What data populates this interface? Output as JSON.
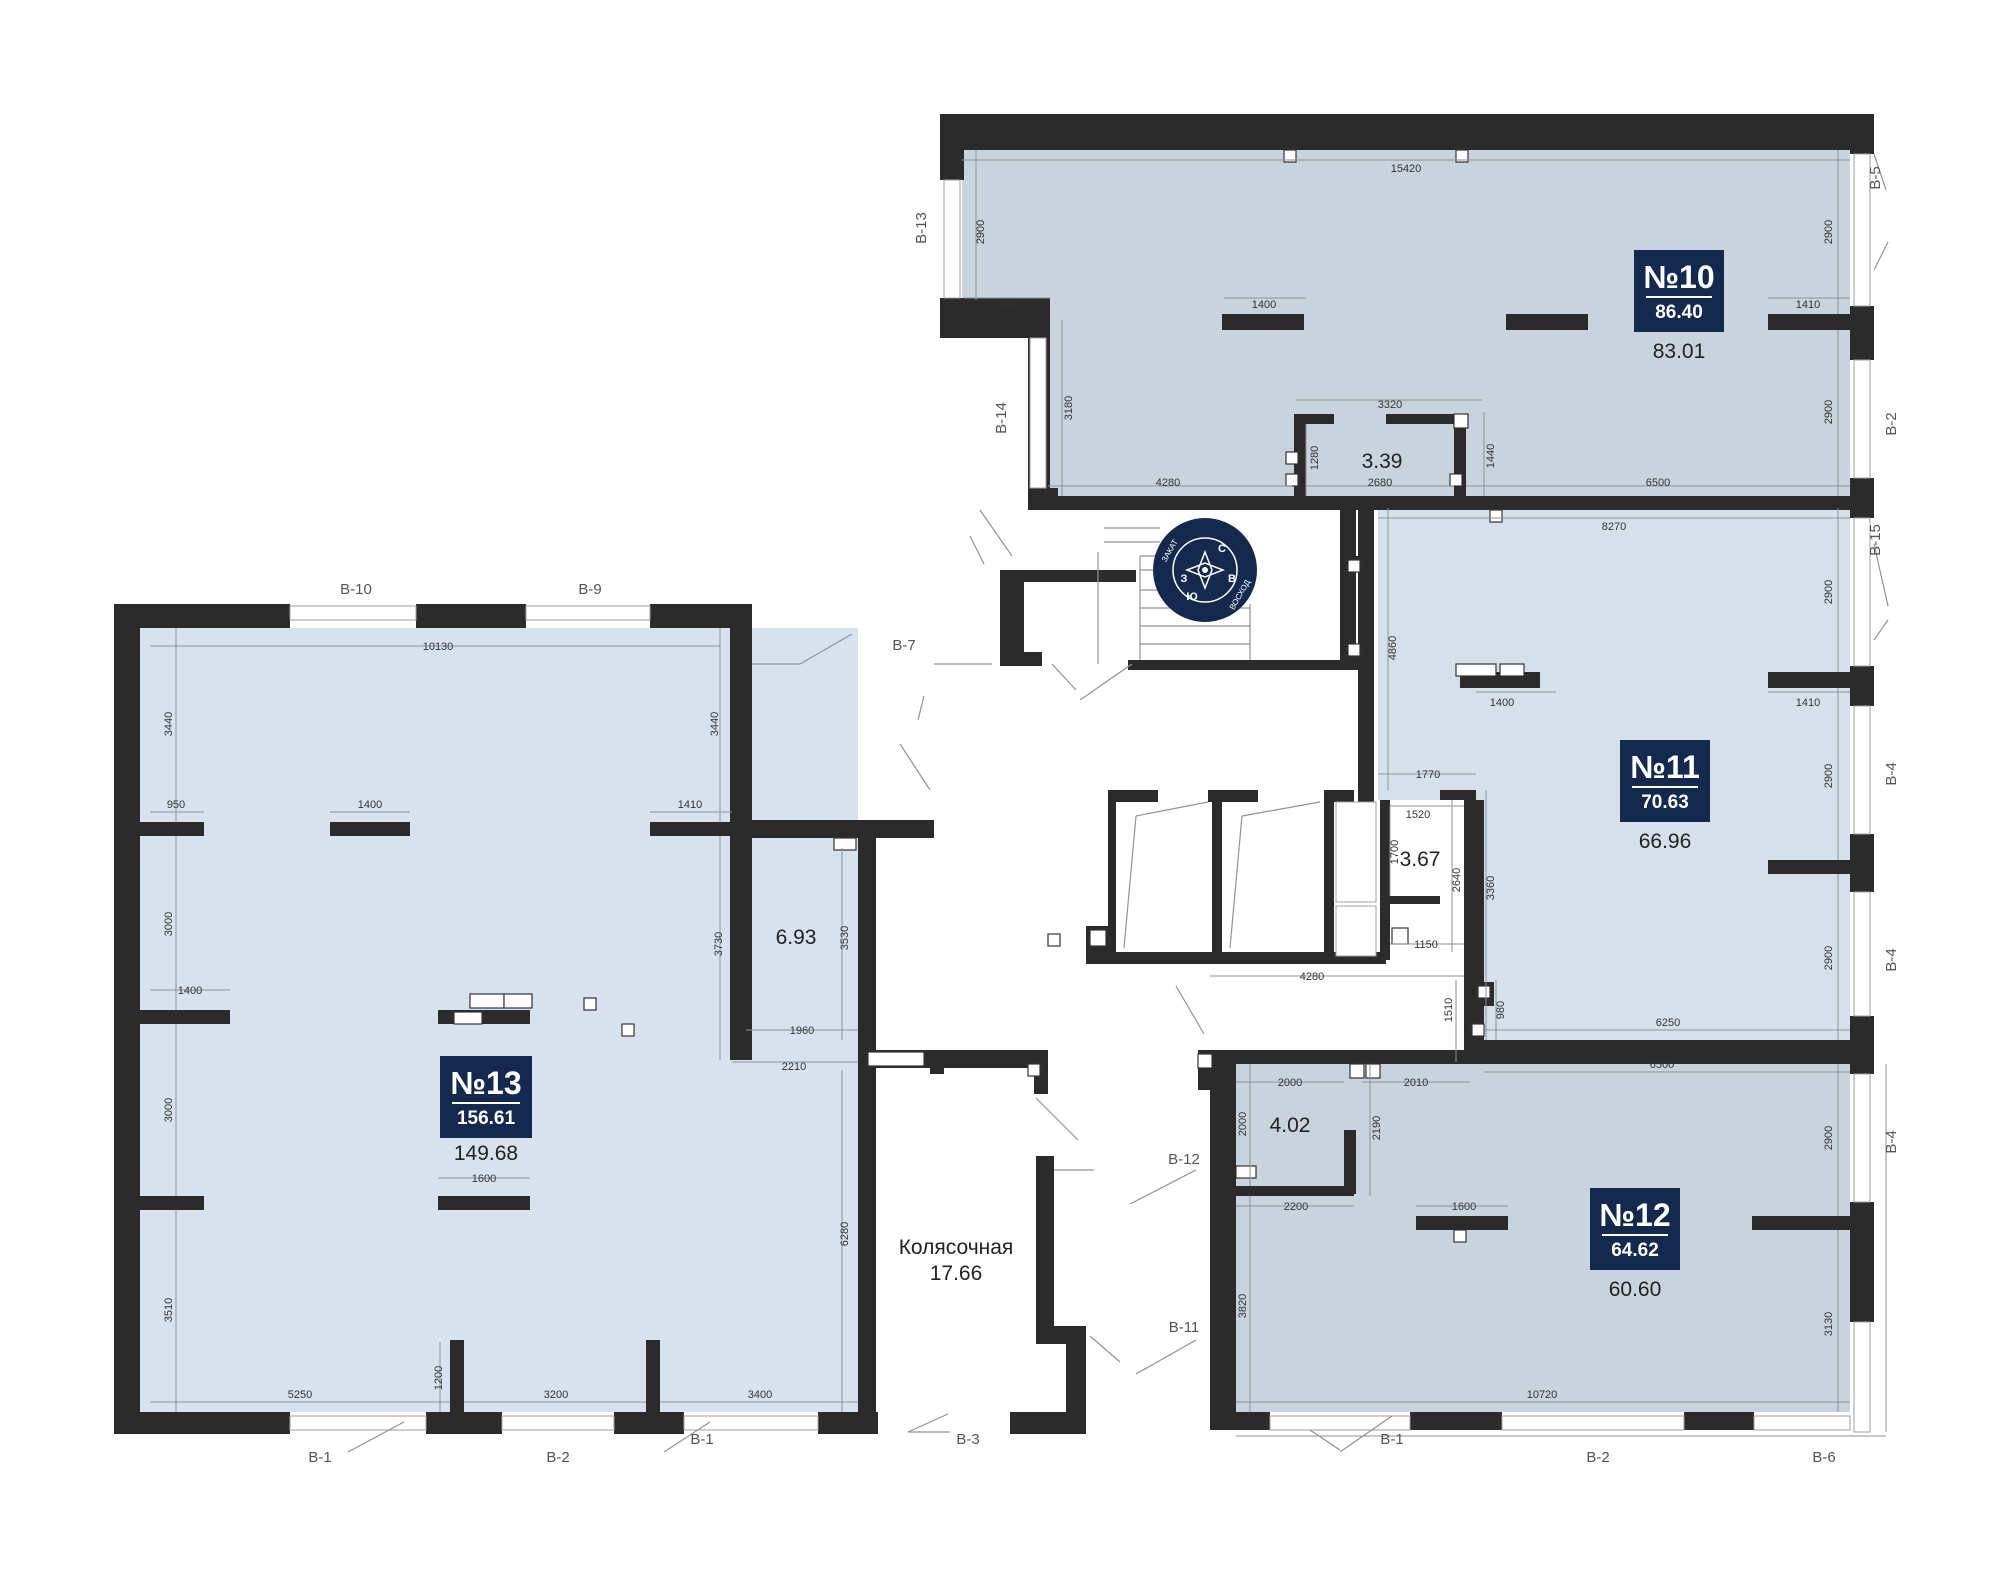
{
  "units": [
    {
      "number": "№10",
      "total_area": "86.40",
      "living_area": "83.01"
    },
    {
      "number": "№11",
      "total_area": "70.63",
      "living_area": "66.96"
    },
    {
      "number": "№12",
      "total_area": "64.62",
      "living_area": "60.60"
    },
    {
      "number": "№13",
      "total_area": "156.61",
      "living_area": "149.68"
    }
  ],
  "small_rooms": [
    "3.39",
    "3.67",
    "4.02",
    "6.93"
  ],
  "stroller_room": {
    "name": "Колясочная",
    "area": "17.66"
  },
  "compass": {
    "n": "С",
    "w": "З",
    "s": "Ю",
    "e": "В",
    "sunset": "ЗАКАТ",
    "sunrise": "ВОСХОД"
  },
  "dimensions": {
    "u10": [
      "15420",
      "2900",
      "1520",
      "1400",
      "1410",
      "2900",
      "3180",
      "3320",
      "1280",
      "1440",
      "4280",
      "2680",
      "6500",
      "2900"
    ],
    "u11": [
      "8270",
      "2900",
      "4860",
      "1400",
      "1410",
      "1770",
      "1520",
      "1700",
      "2640",
      "3360",
      "2900",
      "1150",
      "4280",
      "2900",
      "980",
      "1510",
      "6250"
    ],
    "u12": [
      "6500",
      "2000",
      "2010",
      "2000",
      "2190",
      "2200",
      "1600",
      "2900",
      "3820",
      "3130",
      "10720"
    ],
    "u13": [
      "10130",
      "3440",
      "3440",
      "950",
      "1400",
      "1410",
      "3000",
      "1400",
      "3730",
      "3530",
      "1960",
      "2210",
      "3000",
      "1600",
      "6280",
      "3510",
      "1200",
      "5250",
      "3200",
      "3400"
    ]
  },
  "window_labels": [
    "В-13",
    "В-14",
    "В-5",
    "В-2",
    "В-15",
    "В-4",
    "В-4",
    "В-4",
    "В-10",
    "В-9",
    "В-7",
    "В-12",
    "В-11",
    "В-1",
    "В-2",
    "В-1",
    "В-3",
    "В-1",
    "В-2",
    "В-6"
  ]
}
